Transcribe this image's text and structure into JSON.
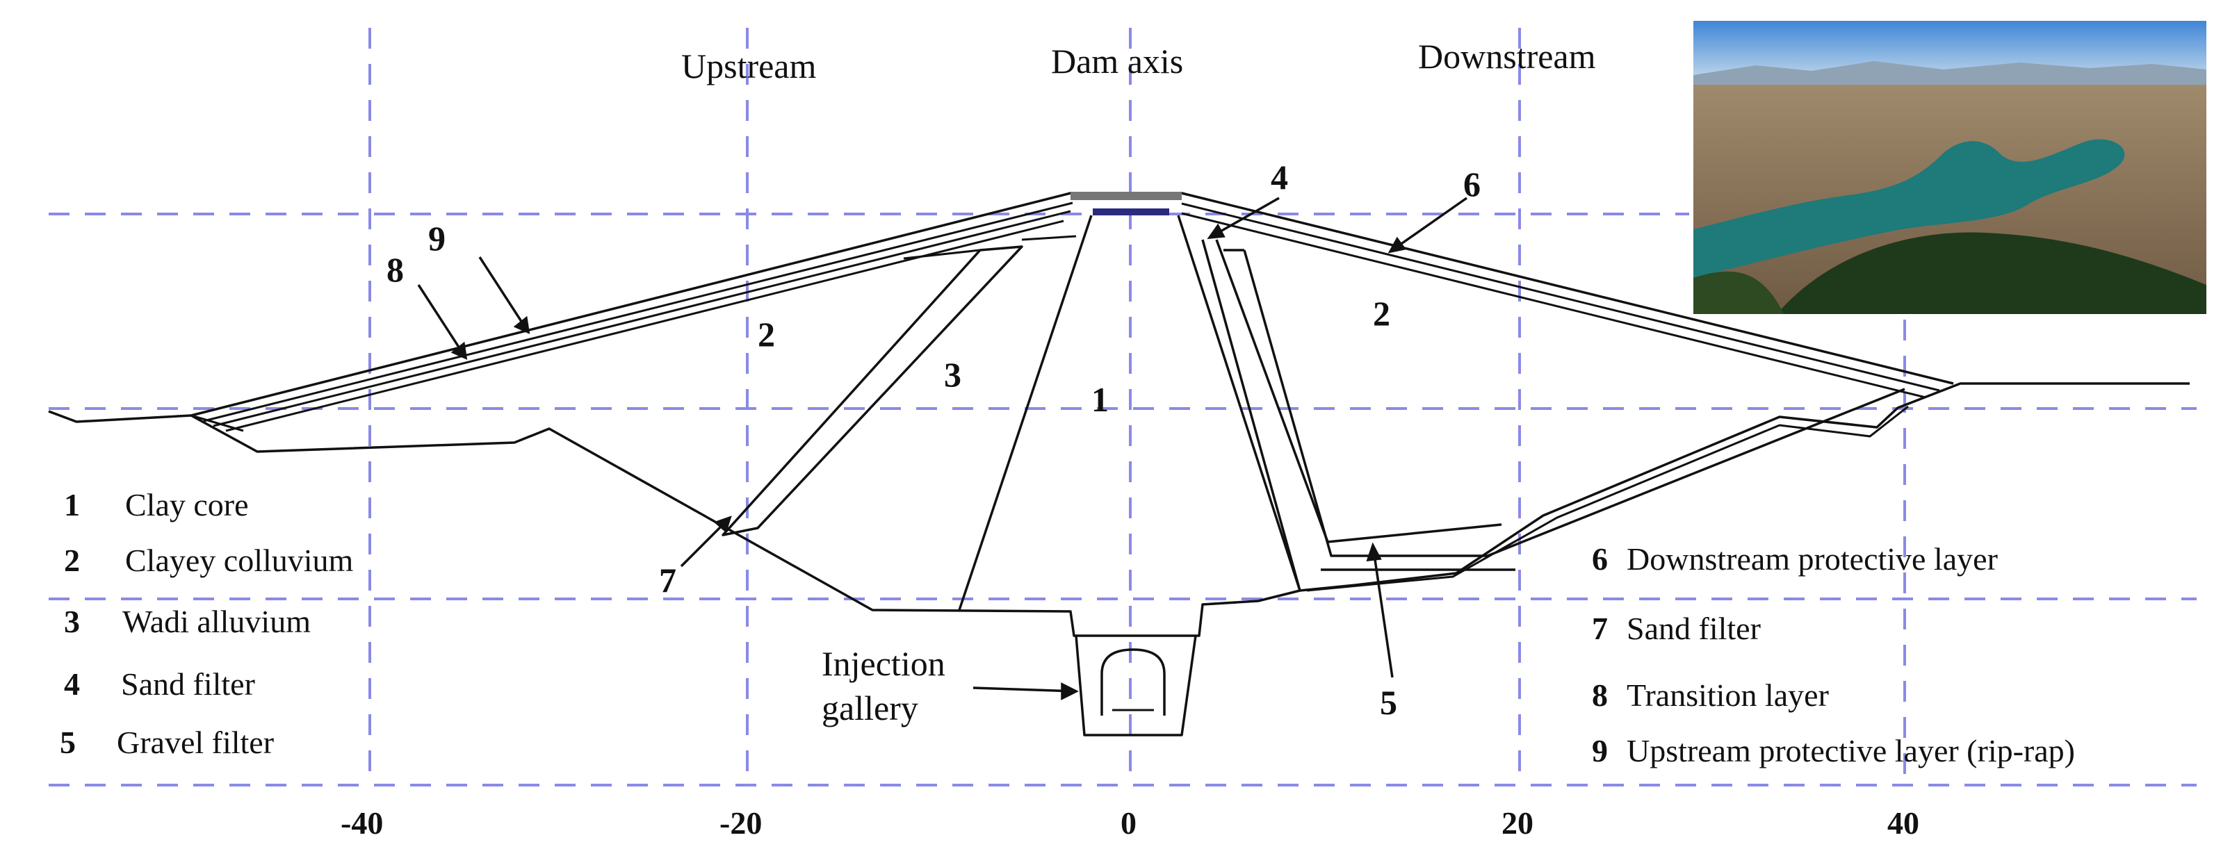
{
  "headers": {
    "upstream": "Upstream",
    "dam_axis": "Dam axis",
    "downstream": "Downstream"
  },
  "zones": {
    "z1": "1",
    "z2_up": "2",
    "z2_down": "2",
    "z3": "3",
    "z4": "4",
    "z5": "5",
    "z6": "6",
    "z7": "7",
    "z8": "8",
    "z9": "9"
  },
  "gallery": {
    "line1": "Injection",
    "line2": "gallery"
  },
  "legend_left": [
    {
      "num": "1",
      "label": "Clay core"
    },
    {
      "num": "2",
      "label": "Clayey colluvium"
    },
    {
      "num": "3",
      "label": "Wadi alluvium"
    },
    {
      "num": "4",
      "label": "Sand filter"
    },
    {
      "num": "5",
      "label": "Gravel filter"
    }
  ],
  "legend_right": [
    {
      "num": "6",
      "label": "Downstream protective layer"
    },
    {
      "num": "7",
      "label": "Sand filter"
    },
    {
      "num": "8",
      "label": "Transition layer"
    },
    {
      "num": "9",
      "label": "Upstream protective layer (rip-rap)"
    }
  ],
  "axis_ticks": [
    "-40",
    "-20",
    "0",
    "20",
    "40"
  ],
  "colors": {
    "grid": "#8a8ae6",
    "lines": "#111111",
    "reservoir": "#1f7a7a"
  },
  "photo_icon": "aerial-reservoir-photo"
}
